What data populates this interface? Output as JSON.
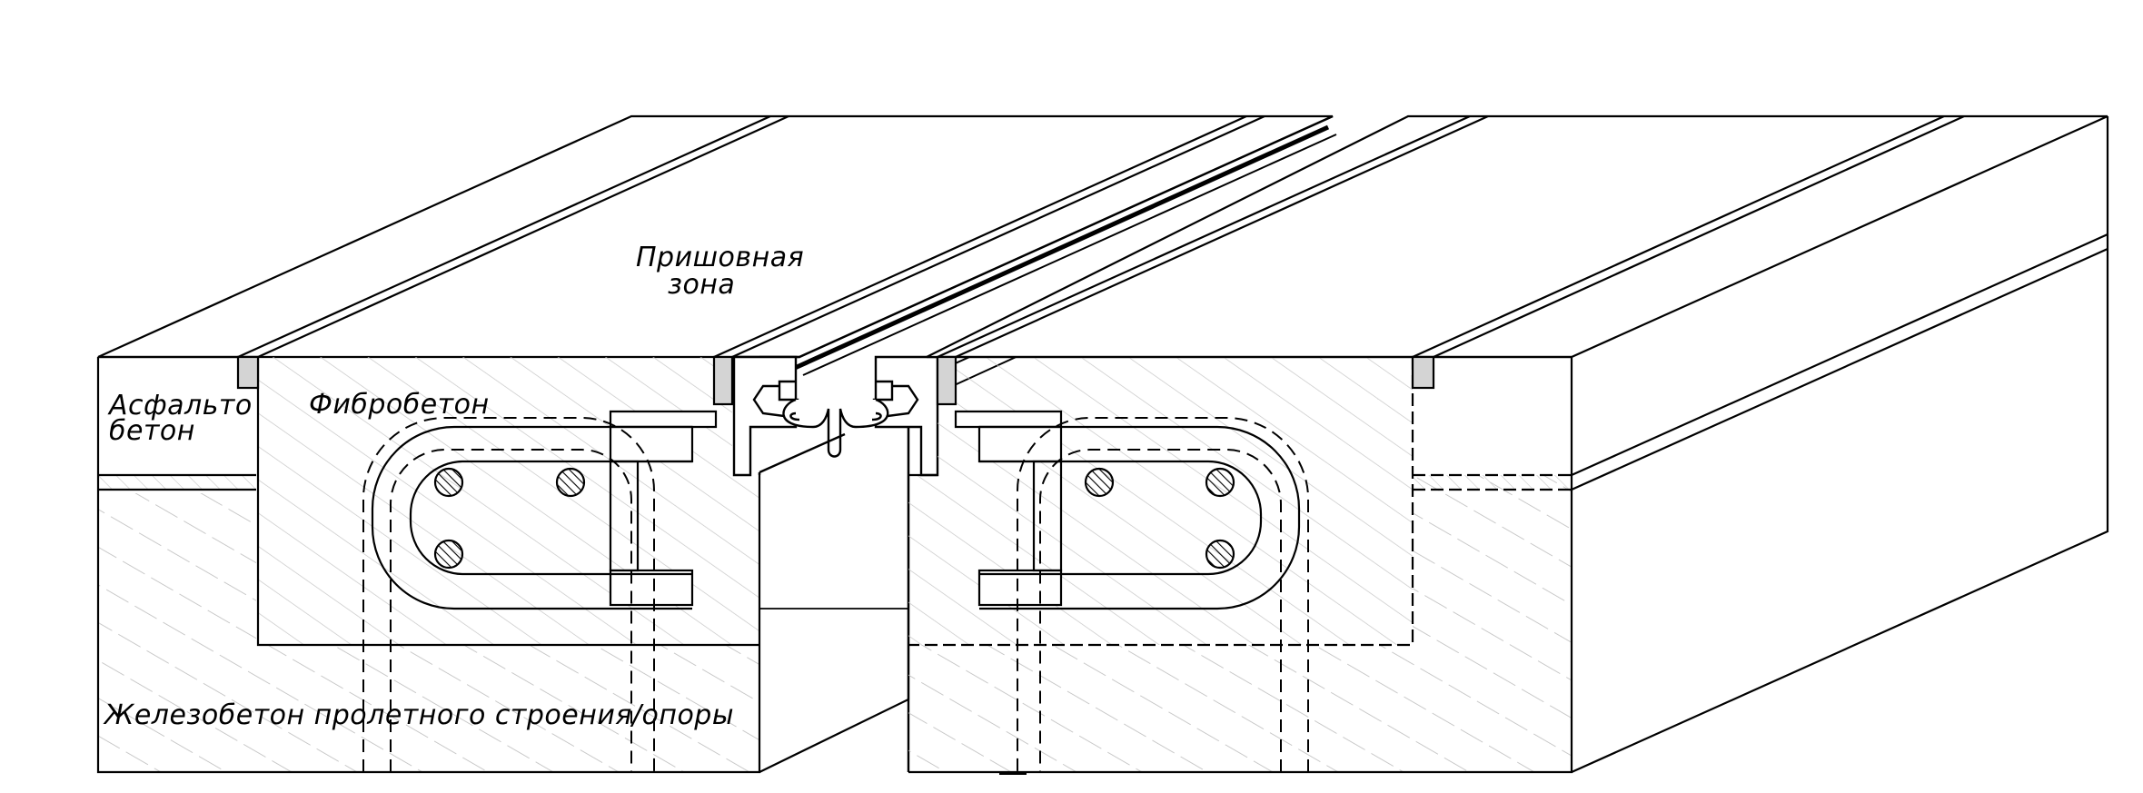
{
  "labels": {
    "asphalt_line1": "Асфальто",
    "asphalt_line2": "бетон",
    "fiber_concrete": "Фибробетон",
    "seam_zone_line1": "Пришовная",
    "seam_zone_line2": "зона",
    "reinforced_concrete": "Железобетон пролетного строения/опоры"
  },
  "colors": {
    "line": "#000000",
    "hatch": "#c8c8c8",
    "background": "#ffffff",
    "seal_gray": "#d4d4d4"
  }
}
